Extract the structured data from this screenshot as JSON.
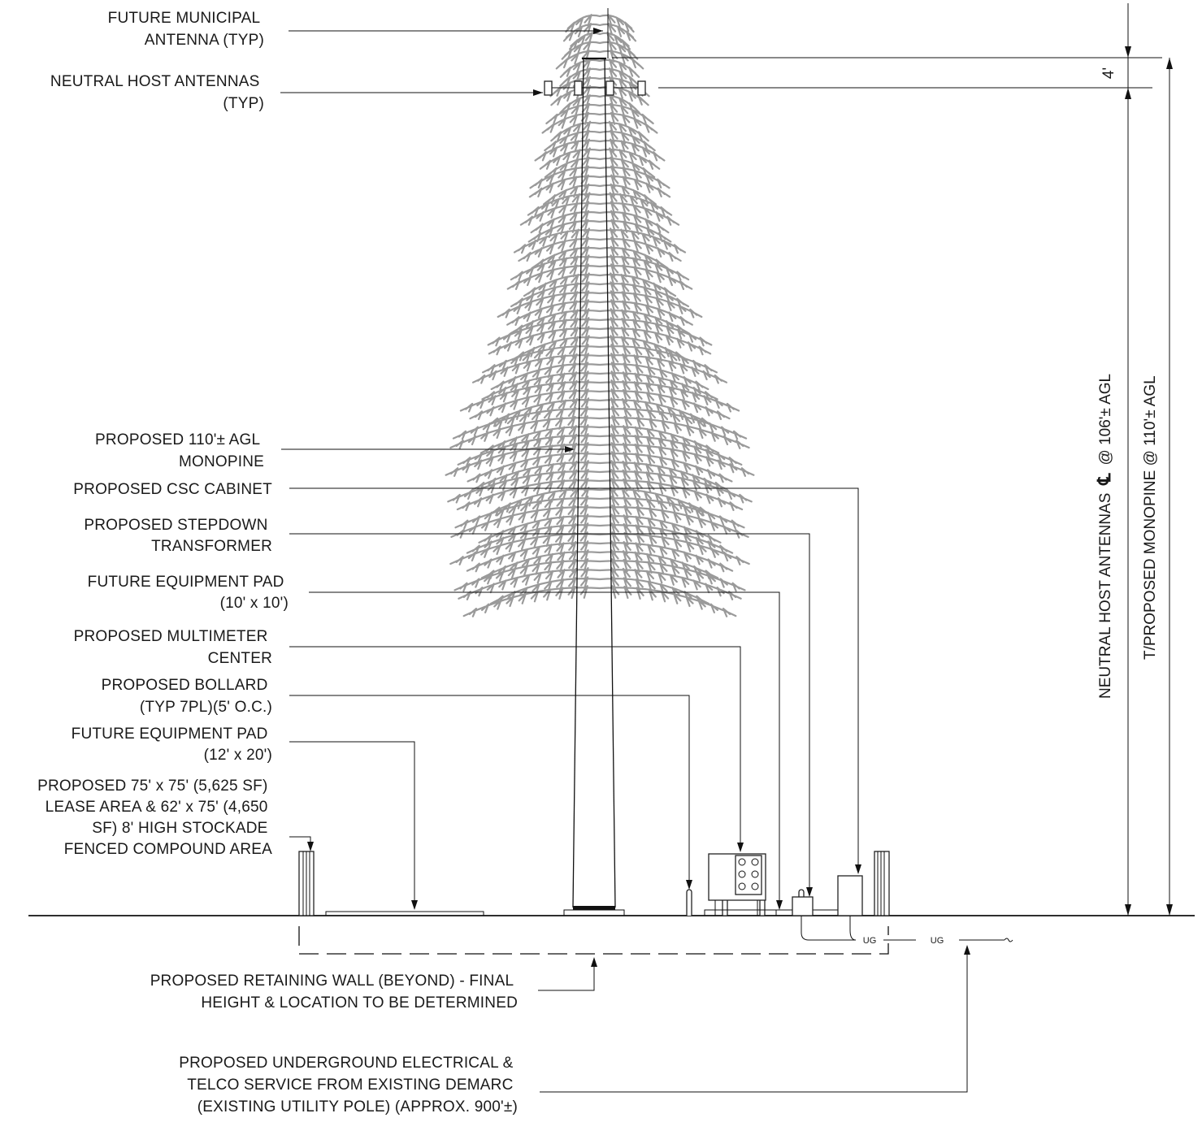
{
  "labels": {
    "future_municipal_antenna": [
      "FUTURE MUNICIPAL",
      "ANTENNA (TYP)"
    ],
    "neutral_host_antennas": [
      "NEUTRAL HOST ANTENNAS",
      "(TYP)"
    ],
    "proposed_monopine": [
      "PROPOSED 110'± AGL",
      "MONOPINE"
    ],
    "csc_cabinet": [
      "PROPOSED CSC CABINET"
    ],
    "stepdown_transformer": [
      "PROPOSED STEPDOWN",
      "TRANSFORMER"
    ],
    "future_pad_10x10": [
      "FUTURE EQUIPMENT PAD",
      "(10' x 10')"
    ],
    "multimeter_center": [
      "PROPOSED MULTIMETER",
      "CENTER"
    ],
    "bollard": [
      "PROPOSED BOLLARD",
      "(TYP 7PL)(5' O.C.)"
    ],
    "future_pad_12x20": [
      "FUTURE EQUIPMENT PAD",
      "(12' x 20')"
    ],
    "lease_area": [
      "PROPOSED 75' x 75' (5,625 SF)",
      "LEASE AREA & 62' x 75' (4,650",
      "SF) 8' HIGH STOCKADE",
      "FENCED COMPOUND AREA"
    ],
    "retaining_wall": [
      "PROPOSED RETAINING WALL (BEYOND) - FINAL",
      "HEIGHT & LOCATION TO BE DETERMINED"
    ],
    "underground_service": [
      "PROPOSED UNDERGROUND ELECTRICAL &",
      "TELCO SERVICE FROM EXISTING DEMARC",
      "(EXISTING UTILITY POLE) (APPROX. 900'±)"
    ]
  },
  "dimensions": {
    "antenna_spacing": "4'",
    "antennas_centerline_prefix": "NEUTRAL HOST ANTENNAS",
    "centerline_symbol": "℄",
    "antennas_centerline_suffix": "@ 106'± AGL",
    "monopine_top": "T/PROPOSED MONOPINE @ 110'± AGL"
  },
  "utility_tags": [
    "UG",
    "UG"
  ]
}
